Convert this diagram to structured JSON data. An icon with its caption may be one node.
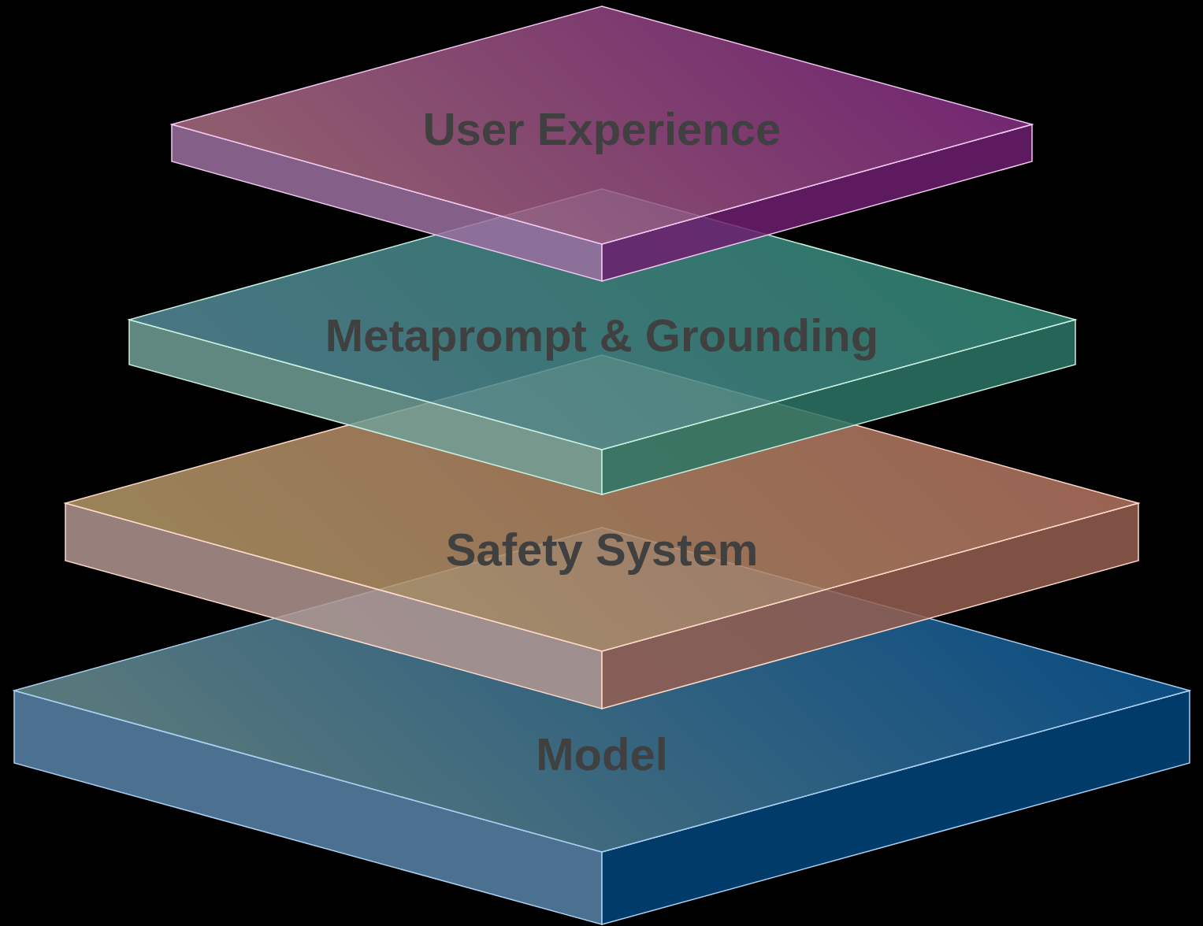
{
  "diagram": {
    "nodes": [
      {
        "text": [
          "User Experience"
        ]
      },
      {
        "text": [
          "Metaprompt & Grounding"
        ]
      },
      {
        "text": [
          "Safety System"
        ]
      },
      {
        "text": [
          "Model"
        ]
      }
    ]
  }
}
